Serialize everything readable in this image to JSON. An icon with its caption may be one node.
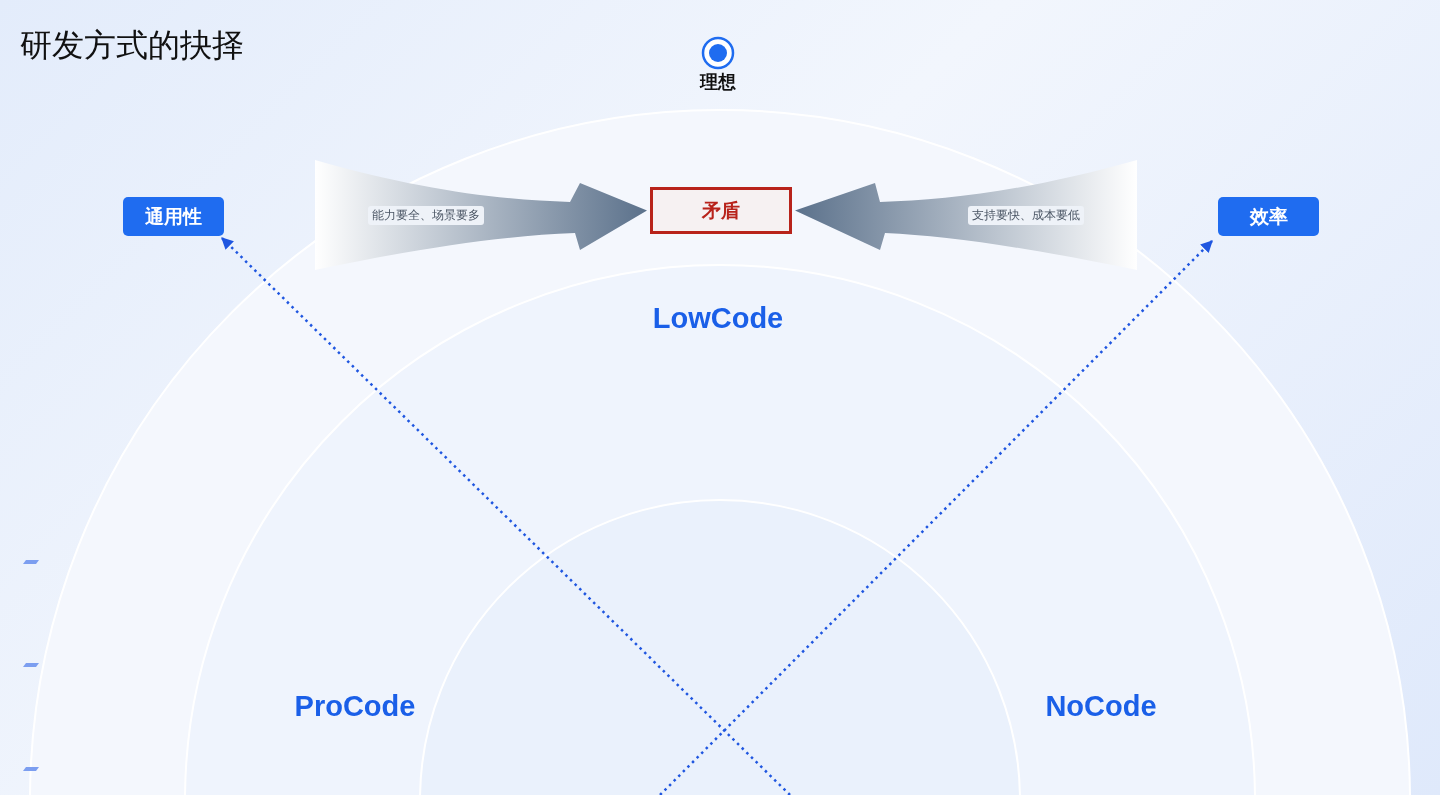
{
  "diagram": {
    "title": "研发方式的抉择",
    "nodes": [
      {
        "text": [
          "理想"
        ]
      },
      {
        "text": [
          "通用性"
        ]
      },
      {
        "text": [
          "矛盾"
        ]
      },
      {
        "text": [
          "效率"
        ]
      },
      {
        "text": [
          "LowCode"
        ]
      },
      {
        "text": [
          "ProCode"
        ]
      },
      {
        "text": [
          "NoCode"
        ]
      }
    ],
    "edges": [
      {
        "from": null,
        "to": 2,
        "arrow": "to",
        "label": "能力要全、场景要多",
        "style": "thick"
      },
      {
        "from": null,
        "to": 2,
        "arrow": "to",
        "label": "支持要快、成本要低",
        "style": "thick"
      },
      {
        "from": null,
        "to": 1,
        "arrow": "to",
        "style": "dashed"
      },
      {
        "from": null,
        "to": 3,
        "arrow": "to",
        "style": "dashed"
      }
    ]
  }
}
